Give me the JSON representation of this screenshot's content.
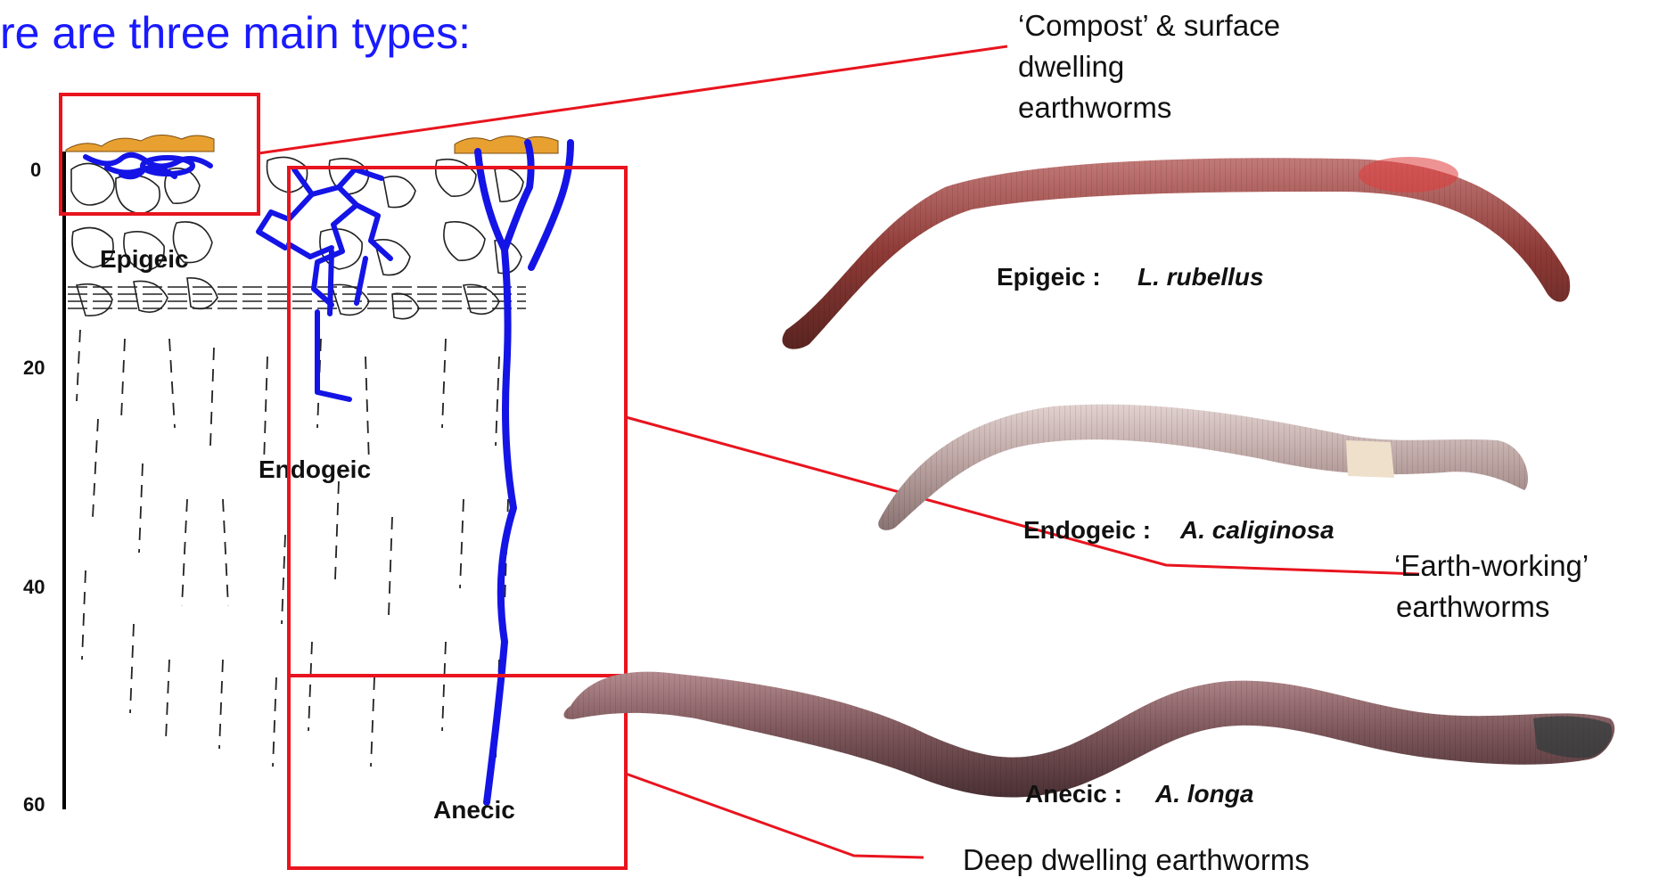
{
  "heading": "re are three main types:",
  "soil_profile": {
    "depth_ticks": [
      "0",
      "20",
      "40",
      "60"
    ],
    "zone_labels": {
      "epigeic": "Epigeic",
      "endogeic": "Endogeic",
      "anecic": "Anecic"
    }
  },
  "callouts": {
    "epigeic": [
      "‘Compost’ & surface",
      "dwelling",
      "earthworms"
    ],
    "endogeic": [
      "‘Earth-working’",
      "earthworms"
    ],
    "anecic": "Deep dwelling earthworms"
  },
  "species_captions": [
    {
      "group": "Epigeic :",
      "species": "L. rubellus"
    },
    {
      "group": "Endogeic :",
      "species": "A. caliginosa"
    },
    {
      "group": "Anecic :",
      "species": "A. longa"
    }
  ],
  "colors": {
    "heading": "#1a1aff",
    "burrow": "#1414e6",
    "highlight_box": "#e8141e",
    "litter": "#e8a030"
  }
}
